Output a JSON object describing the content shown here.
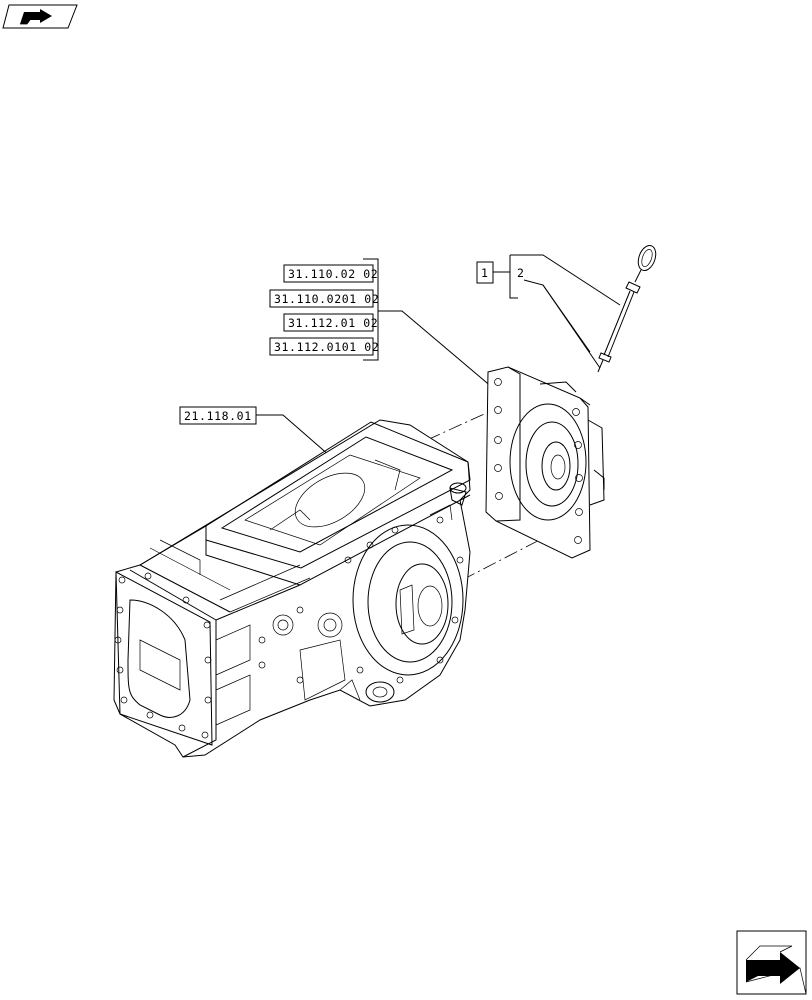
{
  "callouts": {
    "group_refs": [
      "31.110.02 02",
      "31.110.0201 02",
      "31.112.01 02",
      "31.112.0101 02"
    ],
    "housing_ref": "21.118.01",
    "item_box": "1",
    "item_number": "2"
  },
  "icons": {
    "top_left": "book-arrow-icon",
    "bottom_right": "next-page-icon"
  }
}
